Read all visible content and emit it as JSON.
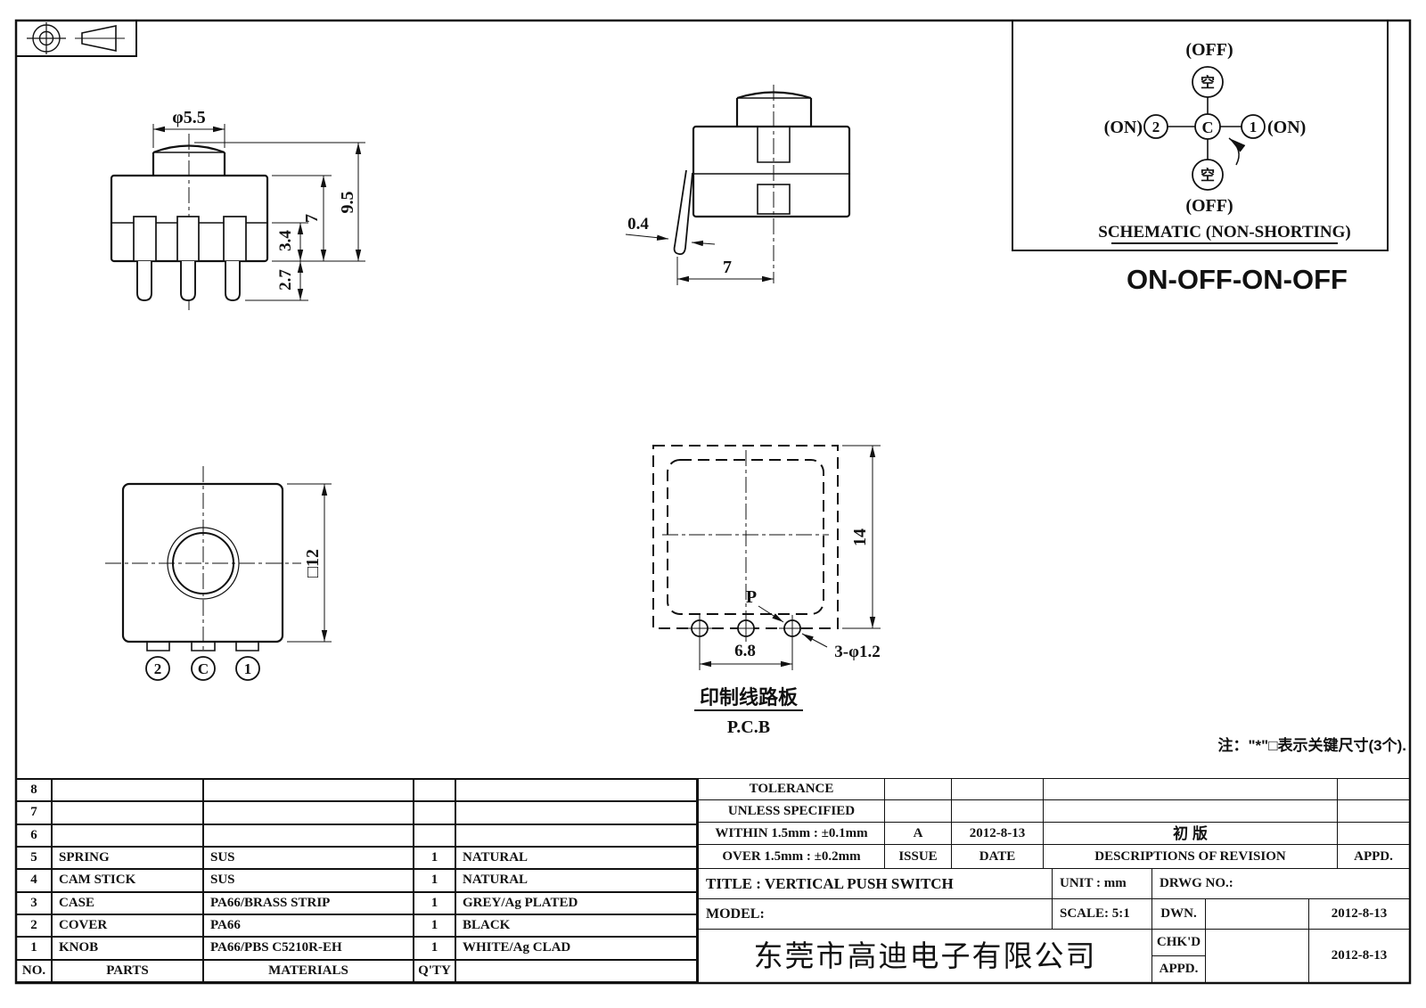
{
  "projection": {
    "icon": "first-angle-projection"
  },
  "front_view": {
    "dim_dia": "φ5.5",
    "dim_total": "9.5",
    "dim_body": "7",
    "dim_case": "3.4",
    "dim_pin": "2.7"
  },
  "side_view": {
    "dim_pin": "0.4",
    "dim_pitch": "7"
  },
  "top_view": {
    "dim_square": "□12",
    "label_2": "2",
    "label_c": "C",
    "label_1": "1"
  },
  "pcb_view": {
    "dim_height": "14",
    "dim_pitch": "6.8",
    "dim_holes": "3-φ1.2",
    "label_p": "P",
    "caption_cn": "印制线路板",
    "caption_en": "P.C.B"
  },
  "schematic": {
    "off_top": "(OFF)",
    "on_left": "(ON)",
    "on_right": "(ON)",
    "off_bottom": "(OFF)",
    "terminal_2": "2",
    "terminal_c": "C",
    "terminal_1": "1",
    "empty_top": "空",
    "empty_bottom": "空",
    "caption": "SCHEMATIC (NON-SHORTING)",
    "function_type": "ON-OFF-ON-OFF"
  },
  "note": "注：\"*\"□表示关键尺寸(3个).",
  "parts_table": {
    "header": {
      "no": "NO.",
      "parts": "PARTS",
      "materials": "MATERIALS",
      "qty": "Q'TY",
      "finish": ""
    },
    "rows": [
      {
        "no": "8",
        "parts": "",
        "materials": "",
        "qty": "",
        "finish": ""
      },
      {
        "no": "7",
        "parts": "",
        "materials": "",
        "qty": "",
        "finish": ""
      },
      {
        "no": "6",
        "parts": "",
        "materials": "",
        "qty": "",
        "finish": ""
      },
      {
        "no": "5",
        "parts": "SPRING",
        "materials": "SUS",
        "qty": "1",
        "finish": "NATURAL"
      },
      {
        "no": "4",
        "parts": "CAM STICK",
        "materials": "SUS",
        "qty": "1",
        "finish": "NATURAL"
      },
      {
        "no": "3",
        "parts": "CASE",
        "materials": "PA66/BRASS STRIP",
        "qty": "1",
        "finish": "GREY/Ag PLATED"
      },
      {
        "no": "2",
        "parts": "COVER",
        "materials": "PA66",
        "qty": "1",
        "finish": "BLACK"
      },
      {
        "no": "1",
        "parts": "KNOB",
        "materials": "PA66/PBS C5210R-EH",
        "qty": "1",
        "finish": "WHITE/Ag CLAD"
      }
    ]
  },
  "title_block": {
    "tolerance_title": "TOLERANCE",
    "tolerance_subtitle": "UNLESS  SPECIFIED",
    "within": "WITHIN 1.5mm : ±0.1mm",
    "over": "OVER 1.5mm : ±0.2mm",
    "issue_value": "A",
    "issue_label": "ISSUE",
    "date_value": "2012-8-13",
    "date_label": "DATE",
    "revision_value": "初  版",
    "revision_label": "DESCRIPTIONS OF REVISION",
    "appd_label": "APPD.",
    "title": "TITLE :  VERTICAL PUSH SWITCH",
    "unit": "UNIT :  mm",
    "drwg_no": "DRWG NO.:",
    "model": "MODEL:",
    "scale": "SCALE:  5:1",
    "dwn_label": "DWN.",
    "dwn_date": "2012-8-13",
    "chkd_label": "CHK'D",
    "chkd_date": "2012-8-13",
    "appd_row_label": "APPD.",
    "company": "东莞市高迪电子有限公司"
  }
}
